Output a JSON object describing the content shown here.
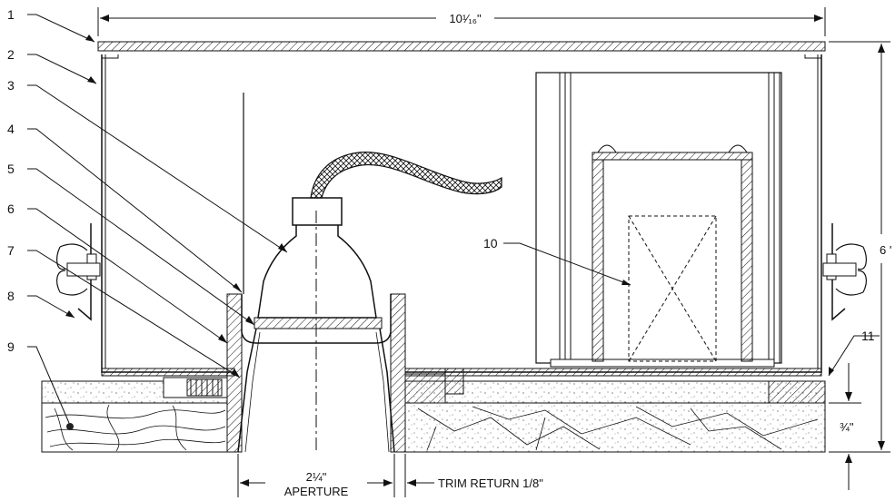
{
  "callouts": [
    "1",
    "2",
    "3",
    "4",
    "5",
    "6",
    "7",
    "8",
    "9",
    "10",
    "11"
  ],
  "dimensions": {
    "overall_width": "10¹⁄₁₆\"",
    "height": "6 '",
    "ceiling_thickness": "¾\"",
    "aperture_size": "2¼\"",
    "aperture_label": "APERTURE",
    "trim_return": "TRIM RETURN 1/8\""
  }
}
